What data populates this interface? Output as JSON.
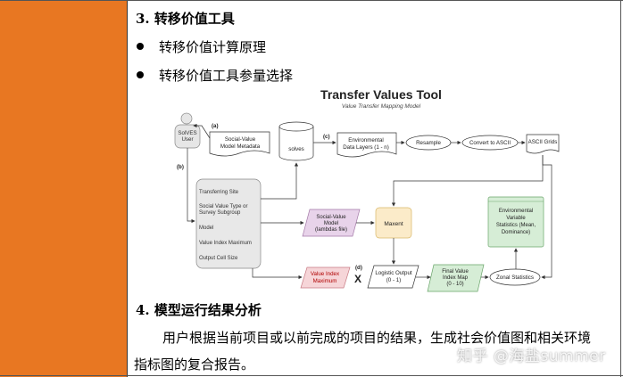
{
  "section3": {
    "number": "3.",
    "title": "转移价值工具"
  },
  "bullets": [
    "转移价值计算原理",
    "转移价值工具参量选择"
  ],
  "diagram": {
    "title": "Transfer Values Tool",
    "subtitle": "Value Transfer Mapping Model",
    "user": [
      "SolVES",
      "User"
    ],
    "metadata": [
      "Social-Value",
      "Model Metadata"
    ],
    "solves": "solves",
    "env_layers": [
      "Environmental",
      "Data Layers (1 - n)"
    ],
    "resample": "Resample",
    "convert": "Convert to ASCII",
    "ascii": "ASCII Grids",
    "inputs": [
      "Transferring Site",
      "Social Value Type or",
      "Survey Subgroup",
      "Model",
      "Value Index Maximum",
      "Output Cell Size"
    ],
    "sv_model": [
      "Social-Value",
      "Model",
      "(lambdas file)"
    ],
    "maxent": "Maxent",
    "env_stats": [
      "Environmental",
      "Variable",
      "Statistics (Mean,",
      "Dominance)"
    ],
    "vim": [
      "Value Index",
      "Maximum"
    ],
    "x_mark": "X",
    "logistic": [
      "Logistic Output",
      "(0 - 1)"
    ],
    "final_map": [
      "Final Value",
      "Index Map",
      "(0 - 10)"
    ],
    "zonal": "Zonal Statistics",
    "label_a": "(a)",
    "label_b": "(b)",
    "label_c": "(c)",
    "label_d": "(d)"
  },
  "section4": {
    "number": "4.",
    "title": "模型运行结果分析"
  },
  "paragraph": {
    "line1": "用户根据当前项目或以前完成的项目的结果，生成社会价值图和相关环境",
    "line2": "指标图的复合报告。"
  },
  "watermark": "知乎 @海盐summer",
  "colors": {
    "left_column": "#E87722",
    "sv_model_fill": "#E8D3EA",
    "vim_fill": "#F6D5D8",
    "maxent_fill": "#FBEBC9",
    "green_fill": "#D6EDD6"
  }
}
